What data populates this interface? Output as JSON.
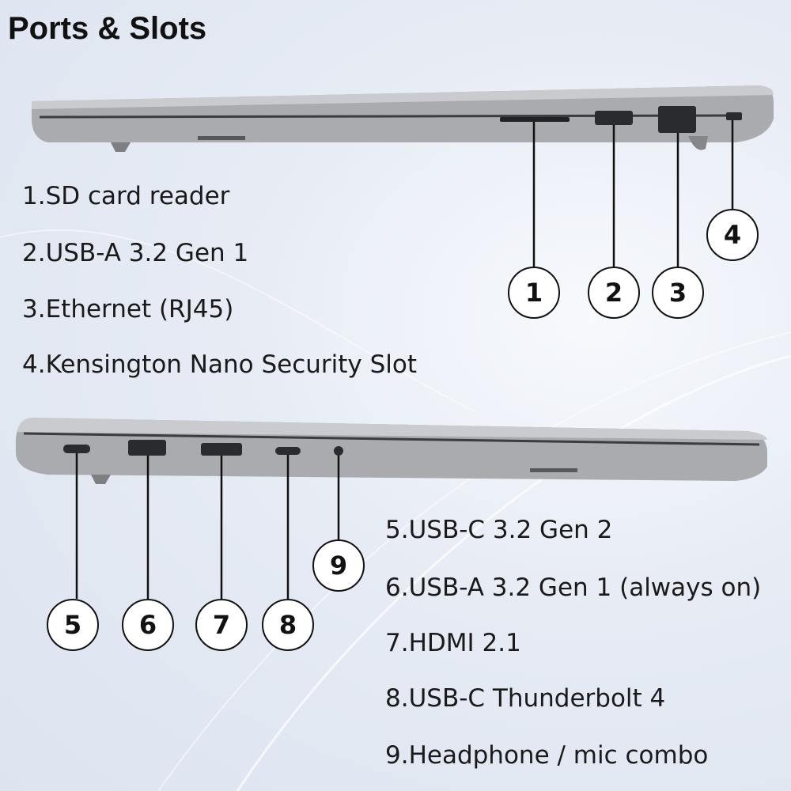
{
  "title": "Ports & Slots",
  "top_side": {
    "items": [
      "1.SD card reader",
      "2.USB-A 3.2 Gen 1",
      "3.Ethernet (RJ45)",
      "4.Kensington Nano Security Slot"
    ],
    "markers": [
      "1",
      "2",
      "3",
      "4"
    ]
  },
  "bottom_side": {
    "items": [
      "5.USB-C 3.2 Gen 2",
      "6.USB-A 3.2 Gen 1 (always on)",
      "7.HDMI 2.1",
      "8.USB-C Thunderbolt 4",
      "9.Headphone / mic combo"
    ],
    "markers": [
      "5",
      "6",
      "7",
      "8",
      "9"
    ]
  }
}
